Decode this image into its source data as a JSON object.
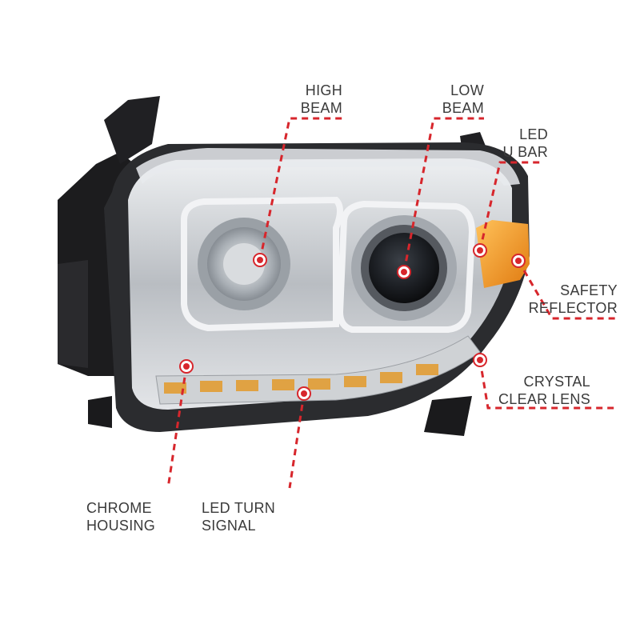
{
  "callouts": [
    {
      "id": "high-beam",
      "lines": [
        "HIGH",
        "BEAM"
      ]
    },
    {
      "id": "low-beam",
      "lines": [
        "LOW",
        "BEAM"
      ]
    },
    {
      "id": "led-u-bar",
      "lines": [
        "LED",
        "U BAR"
      ]
    },
    {
      "id": "safety-reflector",
      "lines": [
        "SAFETY",
        "REFLECTOR"
      ]
    },
    {
      "id": "crystal-clear-lens",
      "lines": [
        "CRYSTAL",
        "CLEAR LENS"
      ]
    },
    {
      "id": "chrome-housing",
      "lines": [
        "CHROME",
        "HOUSING"
      ]
    },
    {
      "id": "led-turn-signal",
      "lines": [
        "LED TURN",
        "SIGNAL"
      ]
    }
  ],
  "colors": {
    "callout_line": "#d7262c",
    "label_text": "#3a3a3a",
    "housing_dark": "#1c1c1e",
    "chrome": "#c9ccd0",
    "amber": "#f09a1a"
  }
}
